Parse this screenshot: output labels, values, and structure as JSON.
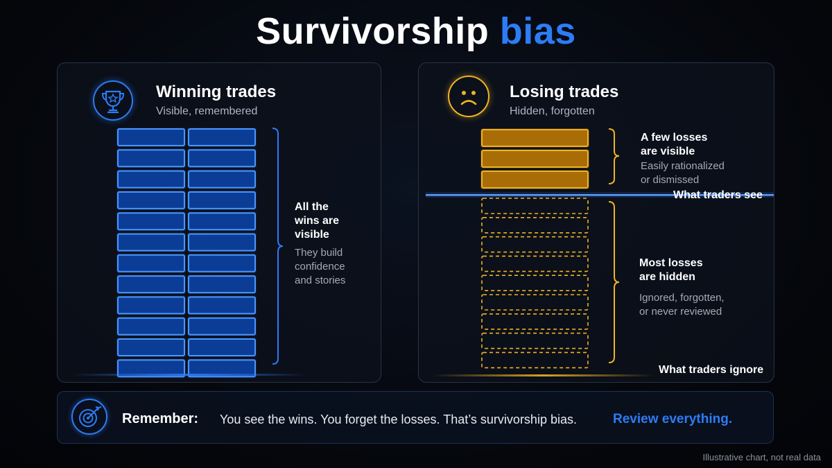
{
  "title": {
    "main": "Survivorship",
    "accent": "bias"
  },
  "winning": {
    "heading": "Winning trades",
    "subtitle": "Visible, remembered",
    "icon": "trophy-icon",
    "color": "#2d7cf6",
    "note_main": [
      "All the",
      "wins are",
      "visible"
    ],
    "note_sub": [
      "They build",
      "confidence",
      "and stories"
    ]
  },
  "losing": {
    "heading": "Losing trades",
    "subtitle": "Hidden, forgotten",
    "icon": "sad-face-icon",
    "color": "#f0b323",
    "visible_note_main": [
      "A few losses",
      "are visible"
    ],
    "visible_note_sub": [
      "Easily rationalized",
      "or dismissed"
    ],
    "hidden_note_main": [
      "Most losses",
      "are hidden"
    ],
    "hidden_note_sub": [
      "Ignored, forgotten,",
      "or never reviewed"
    ],
    "divider_label": "What traders see",
    "bottom_label": "What traders ignore"
  },
  "remember": {
    "icon": "target-icon",
    "label": "Remember:",
    "text": "You see the wins. You forget the losses. That’s survivorship bias.",
    "cta": "Review everything."
  },
  "footnote": "Illustrative chart, not real data"
}
